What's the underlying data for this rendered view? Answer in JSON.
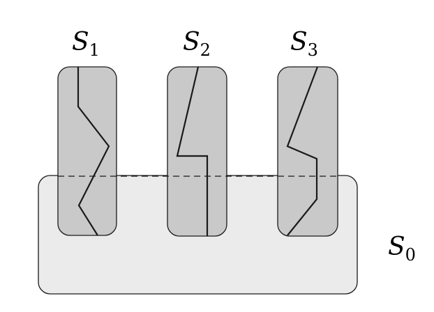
{
  "diagram": {
    "colors": {
      "base_region_fill": "#ebebeb",
      "strip_fill": "#c9c9c9",
      "stroke": "#1a1a1a"
    },
    "sets": [
      {
        "symbol": "S",
        "index": "1"
      },
      {
        "symbol": "S",
        "index": "2"
      },
      {
        "symbol": "S",
        "index": "3"
      }
    ],
    "base_set": {
      "symbol": "S",
      "index": "0"
    }
  }
}
